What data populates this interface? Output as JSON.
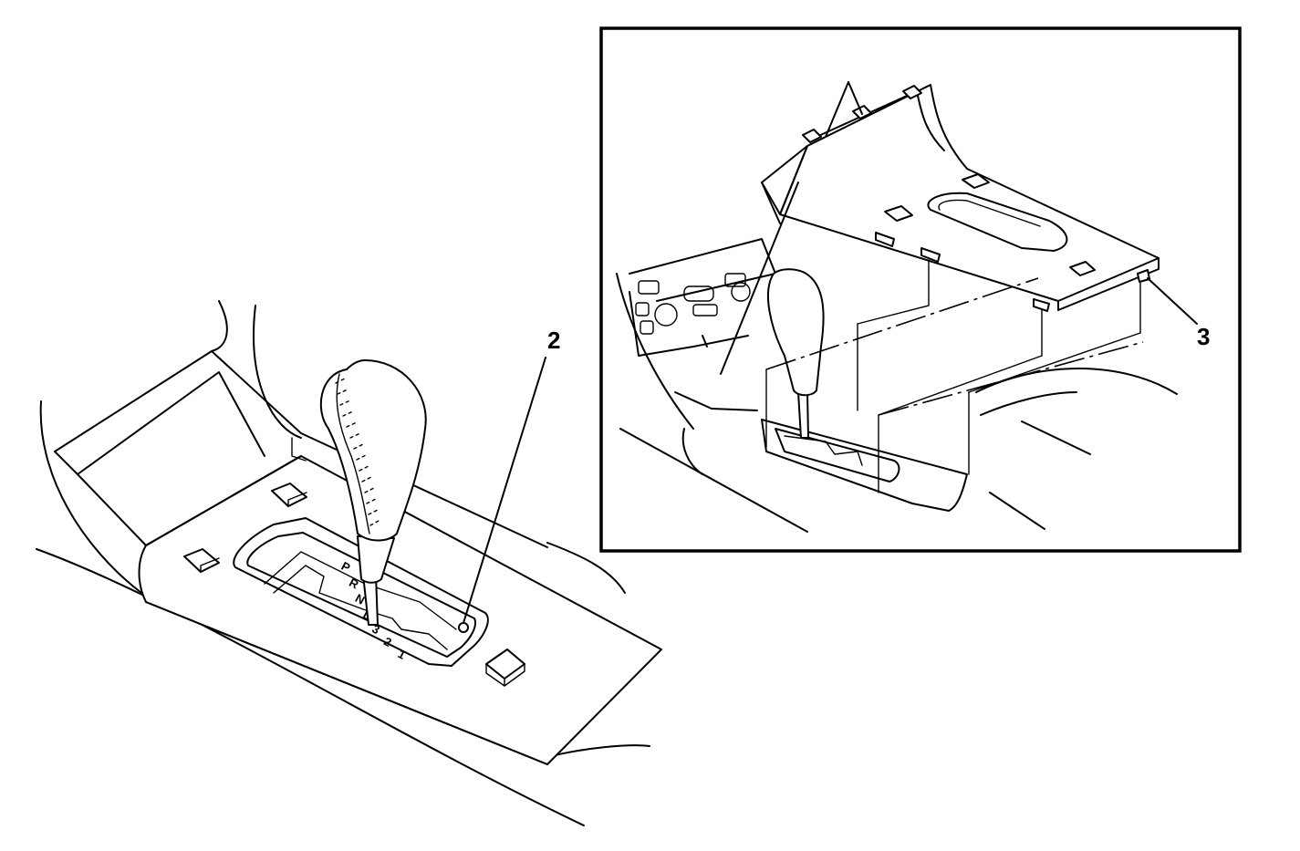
{
  "figure": {
    "callouts": [
      {
        "id": "callout-2",
        "label": "2"
      },
      {
        "id": "callout-3",
        "label": "3"
      }
    ],
    "gate_labels": [
      "P",
      "R",
      "N",
      "D",
      "3",
      "2",
      "1"
    ],
    "colors": {
      "ink": "#000000",
      "paper": "#ffffff"
    }
  }
}
